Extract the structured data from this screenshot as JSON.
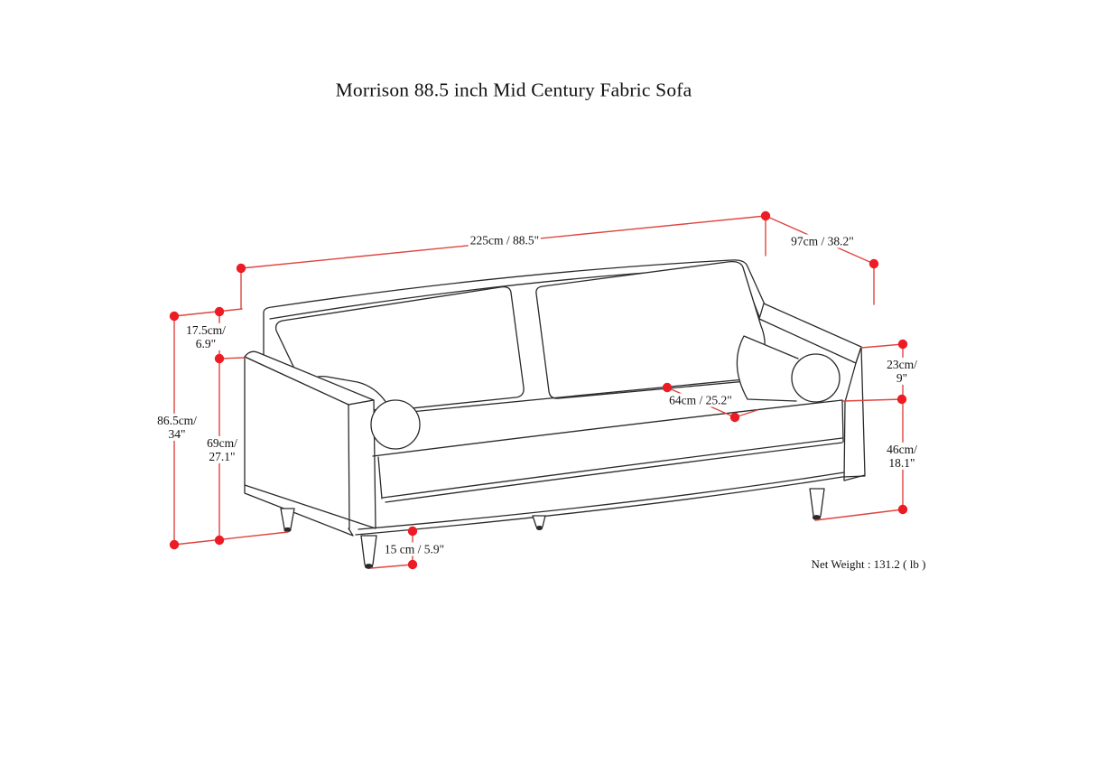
{
  "diagram": {
    "title": "Morrison 88.5 inch Mid Century Fabric Sofa",
    "net_weight_label": "Net Weight : 131.2 ( lb )",
    "dimensions": {
      "overall_width": {
        "label": "225cm / 88.5\""
      },
      "overall_depth": {
        "label": "97cm / 38.2\""
      },
      "back_above_arm": {
        "line1": "17.5cm/",
        "line2": "6.9\""
      },
      "overall_height": {
        "line1": "86.5cm/",
        "line2": "34\""
      },
      "arm_height": {
        "line1": "69cm/",
        "line2": "27.1\""
      },
      "arm_above_seat": {
        "line1": "23cm/",
        "line2": "9\""
      },
      "seat_depth": {
        "label": "64cm / 25.2\""
      },
      "seat_height": {
        "line1": "46cm/",
        "line2": "18.1\""
      },
      "leg_height": {
        "label": "15 cm / 5.9\""
      }
    },
    "colors": {
      "dimension_line": "#df453f",
      "dimension_dot": "#ed1c24",
      "line_art": "#2a2a2a",
      "text": "#111111"
    }
  }
}
